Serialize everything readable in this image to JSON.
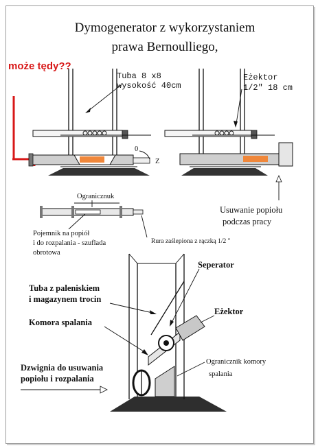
{
  "title": {
    "line1": "Dymogenerator z wykorzystaniem",
    "line2": "prawa Bernoulliego,"
  },
  "annotation_red": "może tędy??",
  "labels": {
    "tube_line1": "Tuba 8 x8",
    "tube_line2": "wysokość 40cm",
    "ejector_line1": "Eżektor",
    "ejector_line2": "1/2\" 18 cm",
    "valve_o": "0",
    "valve_z": "Z",
    "limiter": "Ogranicznuk",
    "container_line1": "Pojemnik na popiół",
    "container_line2": "i do rozpalania - szuflada",
    "container_line3": "obrotowa",
    "pipe_plug": "Rura  zaślepiona z rączką 1/2 \"",
    "ash_line1": "Usuwanie popiołu",
    "ash_line2": "podczas pracy",
    "separator": "Seperator",
    "tube_furnace_line1": "Tuba z paleniskiem",
    "tube_furnace_line2": "i magazynem trocin",
    "ejector_3d": "Eżektor",
    "combustion": "Komora spalania",
    "chamber_limit_line1": "Ogranicznik komory",
    "chamber_limit_line2": "spalania",
    "lever_line1": "Dzwignia do usuwania",
    "lever_line2": "popiołu i rozpalania"
  },
  "colors": {
    "flame": "#f0873a",
    "red_marker": "#d81818",
    "base": "#333333",
    "pipe_fill": "#cfcfcf"
  }
}
